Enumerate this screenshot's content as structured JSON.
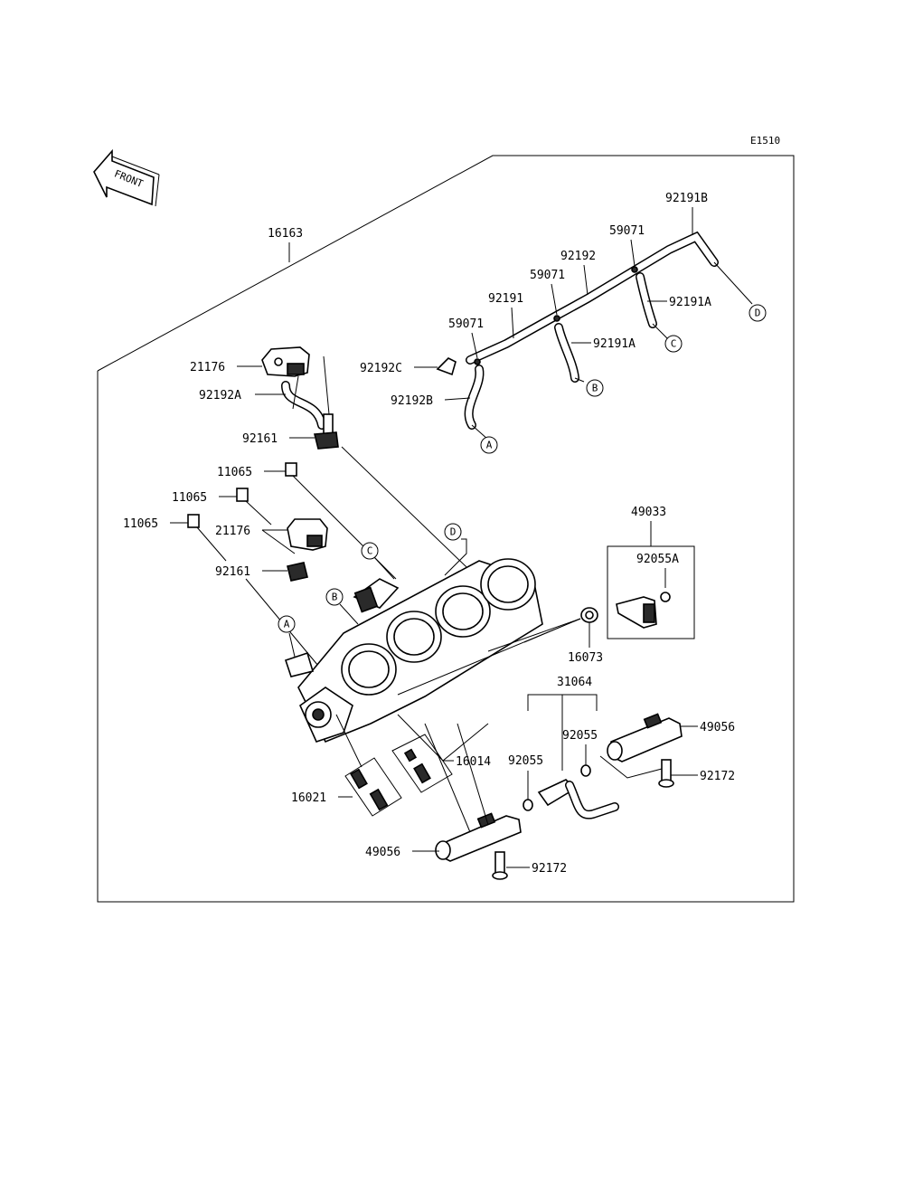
{
  "diagram": {
    "code": "E1510",
    "front_label": "FRONT",
    "callouts": {
      "A": "A",
      "B": "B",
      "C": "C",
      "D": "D"
    },
    "parts": {
      "p16163": "16163",
      "p21176_top": "21176",
      "p92192A": "92192A",
      "p92161_top": "92161",
      "p11065_1": "11065",
      "p11065_2": "11065",
      "p11065_3": "11065",
      "p21176_mid": "21176",
      "p92161_mid": "92161",
      "p92192C": "92192C",
      "p92192B": "92192B",
      "p59071_a": "59071",
      "p92191": "92191",
      "p59071_b": "59071",
      "p92192": "92192",
      "p59071_c": "59071",
      "p92191B": "92191B",
      "p92191A_a": "92191A",
      "p92191A_b": "92191A",
      "p49033": "49033",
      "p92055A": "92055A",
      "p16073": "16073",
      "p31064": "31064",
      "p92055_a": "92055",
      "p92055_b": "92055",
      "p49056_a": "49056",
      "p92172_a": "92172",
      "p16014": "16014",
      "p16021": "16021",
      "p49056_b": "49056",
      "p92172_b": "92172"
    }
  }
}
